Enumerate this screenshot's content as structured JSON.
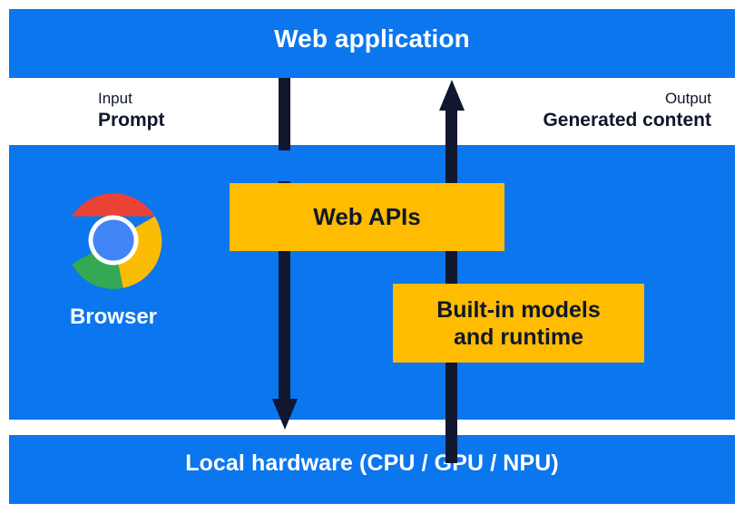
{
  "colors": {
    "blue": "#0B76EE",
    "yellow": "#FFBC01",
    "dark": "#10172E",
    "white": "#FFFFFF",
    "chrome_red": "#EA4335",
    "chrome_yellow": "#FBBC04",
    "chrome_green": "#34A853",
    "chrome_blue": "#4285F4"
  },
  "diagram": {
    "bands": {
      "top": {
        "title": "Web application"
      },
      "bottom": {
        "title": "Local hardware (CPU / GPU / NPU)"
      }
    },
    "flows": {
      "input": {
        "kind": "Input",
        "value": "Prompt"
      },
      "output": {
        "kind": "Output",
        "value": "Generated content"
      }
    },
    "browser": {
      "label": "Browser",
      "icon": "chrome-logo-icon"
    },
    "components": [
      {
        "id": "web-apis",
        "label": "Web APIs"
      },
      {
        "id": "builtin-models",
        "label_line1": "Built-in models",
        "label_line2": "and runtime"
      }
    ],
    "arrows": [
      {
        "id": "prompt-top",
        "direction": "down"
      },
      {
        "id": "prompt-bottom",
        "direction": "down"
      },
      {
        "id": "generated",
        "direction": "up"
      }
    ]
  }
}
